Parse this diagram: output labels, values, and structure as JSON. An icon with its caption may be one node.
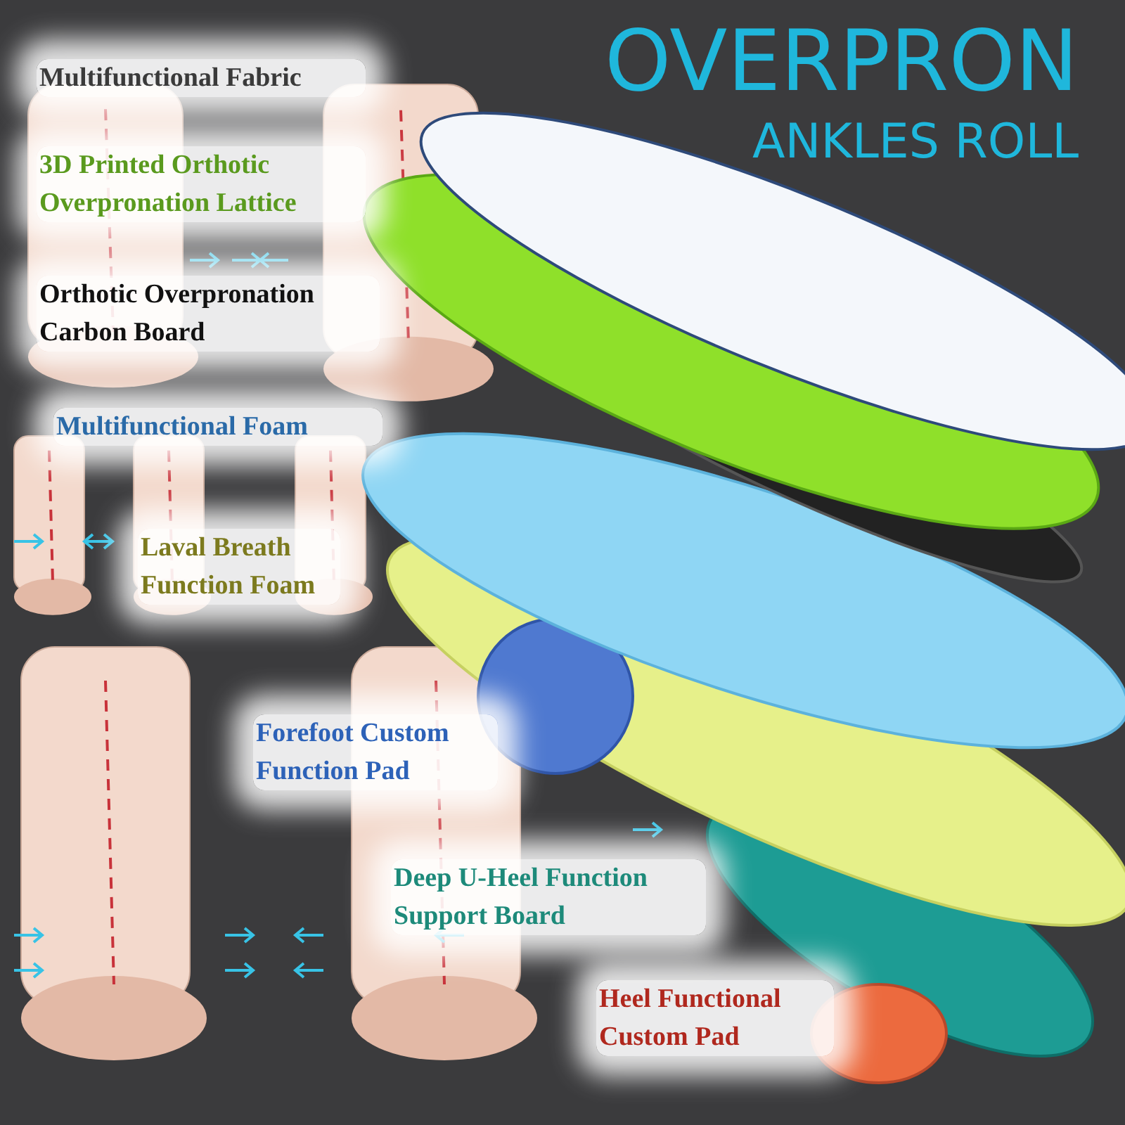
{
  "diagram": {
    "labels": [
      "OVERPRON",
      "ANKLES ROLL",
      "Multifunctional Fabric",
      "3D Printed Orthotic Overpronation Lattice",
      "Orthotic Overpronation Carbon Board",
      "Multifunctional Foam",
      "Laval Breath Function Foam",
      "Forefoot Custom Function Pad",
      "Deep U-Heel Function Support Board",
      "Heel Functional Custom Pad"
    ]
  }
}
